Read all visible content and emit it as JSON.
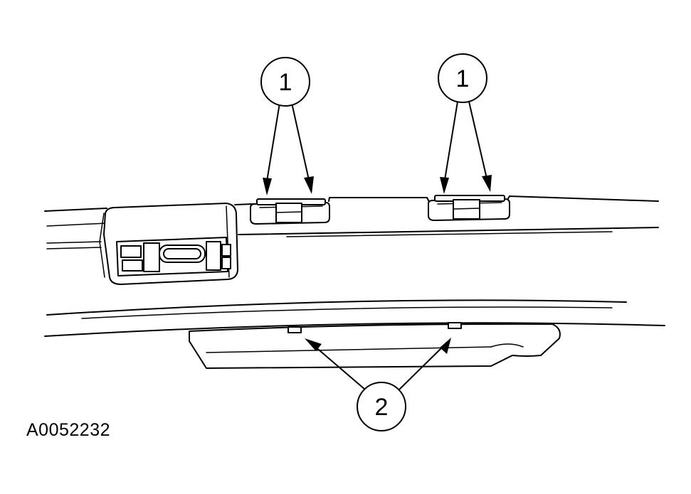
{
  "callouts": {
    "clips_label_a": "1",
    "clips_label_b": "1",
    "tabs_label": "2"
  },
  "figure": {
    "id": "A0052232"
  }
}
